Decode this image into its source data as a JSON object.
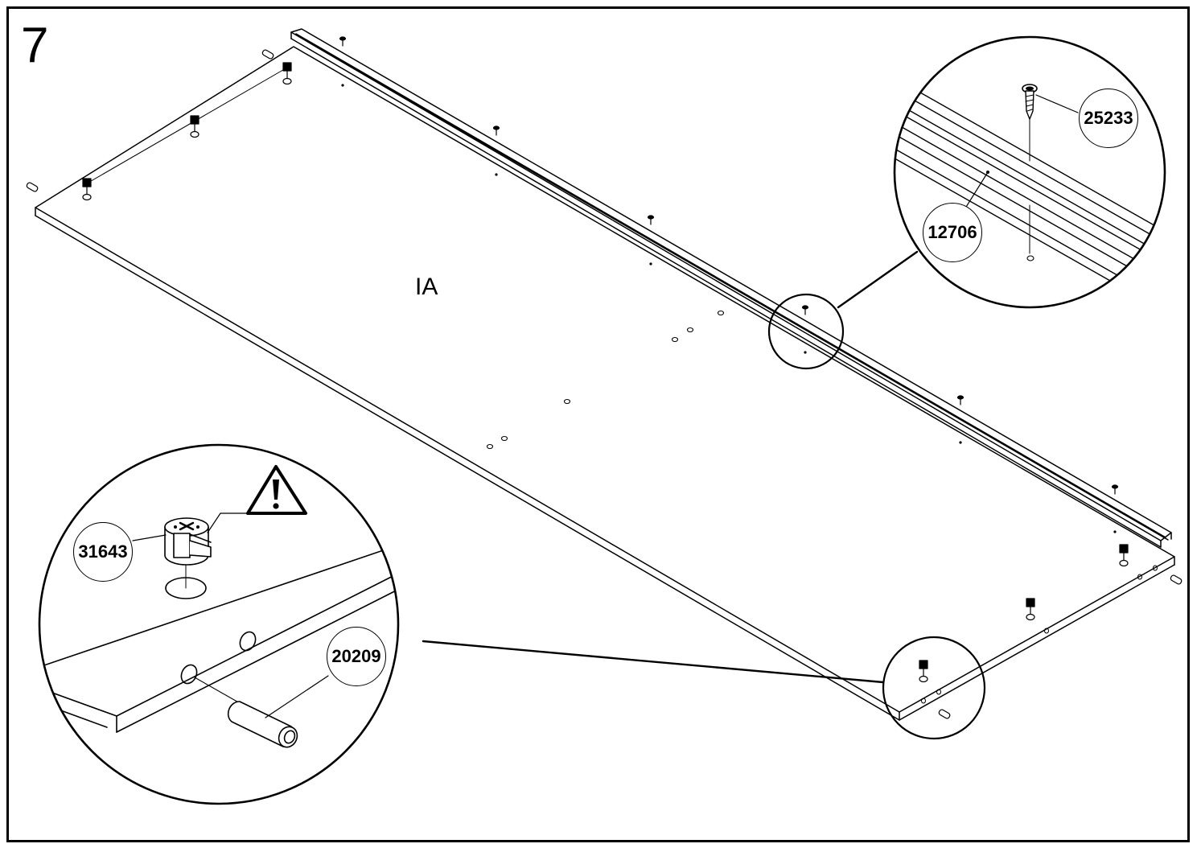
{
  "step": {
    "number": "7"
  },
  "panel": {
    "label": "IA"
  },
  "parts": {
    "screw": "25233",
    "rail": "12706",
    "cam_lock": "31643",
    "dowel": "20209"
  },
  "icons": {
    "warning": "warning-triangle-icon"
  }
}
